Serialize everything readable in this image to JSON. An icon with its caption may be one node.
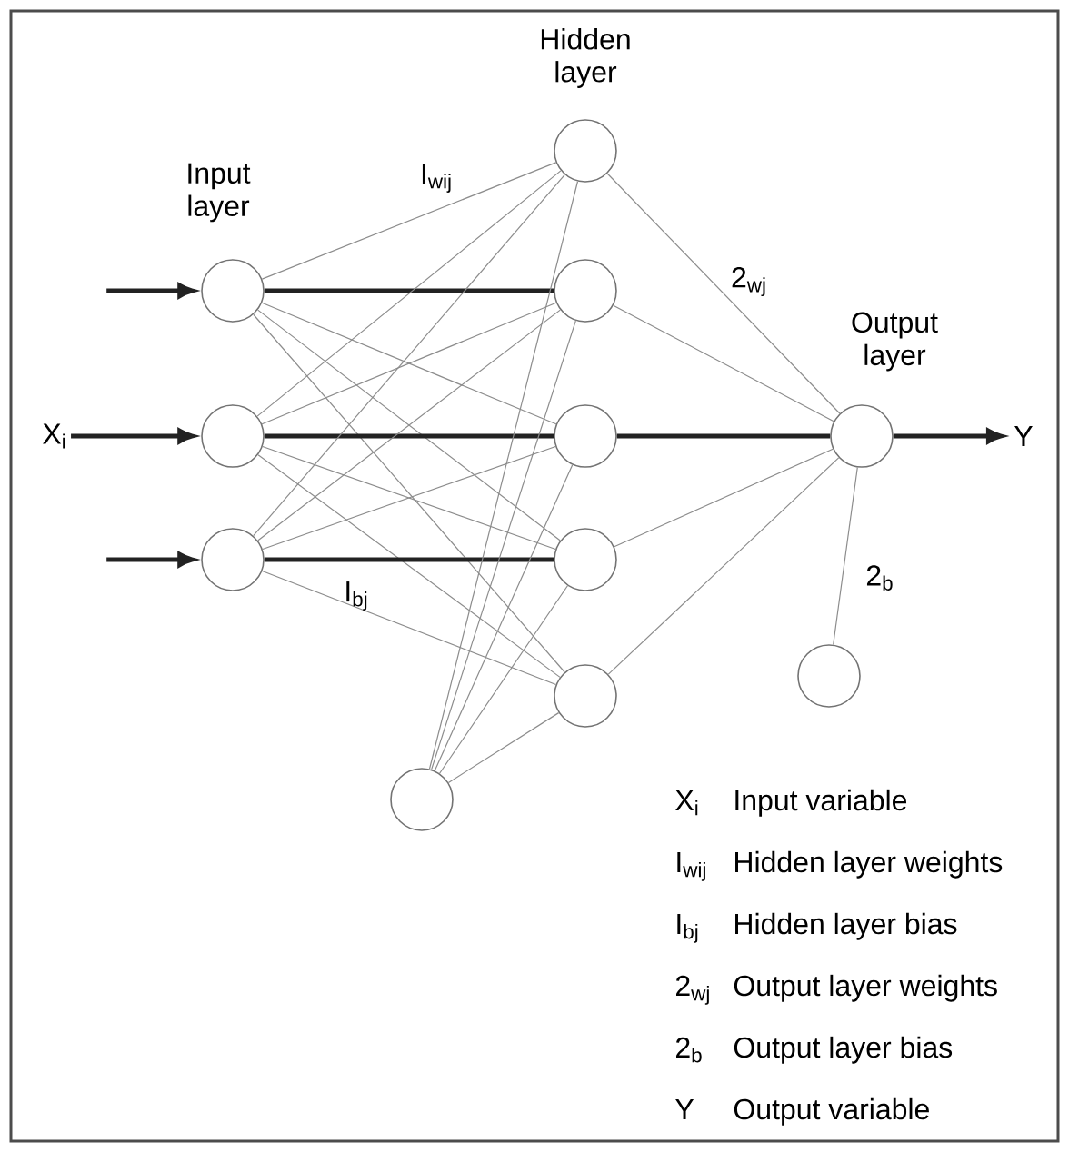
{
  "diagram": {
    "nodes": [
      {
        "text": [],
        "shape": "circle"
      },
      {
        "text": [],
        "shape": "circle"
      },
      {
        "text": [],
        "shape": "circle"
      },
      {
        "text": [],
        "shape": "circle"
      },
      {
        "text": [],
        "shape": "circle"
      },
      {
        "text": [],
        "shape": "circle"
      },
      {
        "text": [],
        "shape": "circle"
      },
      {
        "text": [],
        "shape": "circle"
      },
      {
        "text": [],
        "shape": "circle"
      },
      {
        "text": [],
        "shape": "circle"
      },
      {
        "text": [],
        "shape": "circle"
      },
      {
        "text": [
          "X$_{i}$"
        ]
      },
      {
        "text": [
          "Y"
        ]
      }
    ],
    "edges": [
      {
        "from": null,
        "to": 0,
        "arrow": "to",
        "style": "thick",
        "color": "#222222"
      },
      {
        "from": 11,
        "to": 1,
        "arrow": "to",
        "style": "thick",
        "color": "#222222"
      },
      {
        "from": null,
        "to": 2,
        "arrow": "to",
        "style": "thick",
        "color": "#222222"
      },
      {
        "from": 0,
        "to": 4,
        "arrow": "none"
      },
      {
        "from": 0,
        "to": 5,
        "arrow": "none",
        "style": "thick",
        "color": "#222222"
      },
      {
        "from": 0,
        "to": 6,
        "arrow": "none"
      },
      {
        "from": 0,
        "to": 7,
        "arrow": "none"
      },
      {
        "from": 0,
        "to": 8,
        "arrow": "none"
      },
      {
        "from": 1,
        "to": 4,
        "arrow": "none"
      },
      {
        "from": 1,
        "to": 5,
        "arrow": "none"
      },
      {
        "from": 1,
        "to": 6,
        "arrow": "none",
        "style": "thick",
        "color": "#222222"
      },
      {
        "from": 1,
        "to": 7,
        "arrow": "none"
      },
      {
        "from": 1,
        "to": 8,
        "arrow": "none"
      },
      {
        "from": 2,
        "to": 4,
        "arrow": "none"
      },
      {
        "from": 2,
        "to": 5,
        "arrow": "none"
      },
      {
        "from": 2,
        "to": 6,
        "arrow": "none"
      },
      {
        "from": 2,
        "to": 7,
        "arrow": "none",
        "style": "thick",
        "color": "#222222"
      },
      {
        "from": 2,
        "to": 8,
        "arrow": "none"
      },
      {
        "from": 3,
        "to": 4,
        "arrow": "none"
      },
      {
        "from": 3,
        "to": 5,
        "arrow": "none"
      },
      {
        "from": 3,
        "to": 6,
        "arrow": "none"
      },
      {
        "from": 3,
        "to": 7,
        "arrow": "none"
      },
      {
        "from": 3,
        "to": 8,
        "arrow": "none"
      },
      {
        "from": 4,
        "to": 9,
        "arrow": "none"
      },
      {
        "from": 5,
        "to": 9,
        "arrow": "none"
      },
      {
        "from": 6,
        "to": 9,
        "arrow": "none",
        "style": "thick",
        "color": "#222222"
      },
      {
        "from": 7,
        "to": 9,
        "arrow": "none"
      },
      {
        "from": 8,
        "to": 9,
        "arrow": "none"
      },
      {
        "from": 10,
        "to": 9,
        "arrow": "none"
      },
      {
        "from": 9,
        "to": 12,
        "arrow": "to",
        "style": "thick",
        "color": "#222222"
      }
    ],
    "labels": [
      "Hidden layer",
      "Input layer",
      "I$_{wij}$",
      "2$_{wj}$",
      "Output layer",
      "I$_{bj}$",
      "2$_{b}$",
      "X$_{i}$",
      "Input variable",
      "I$_{wij}$",
      "Hidden layer weights",
      "I$_{bj}$",
      "Hidden layer bias",
      "2$_{wj}$",
      "Output layer weights",
      "2$_{b}$",
      "Output layer bias",
      "Y",
      "Output variable"
    ]
  }
}
